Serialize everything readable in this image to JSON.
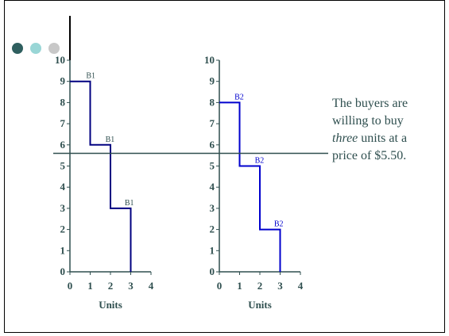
{
  "annotation": {
    "line1": "The buyers are",
    "line2": "willing to buy",
    "line3_em": "three",
    "line3_rest": " units at a",
    "line4": "price of $5.50."
  },
  "colors": {
    "axis": "#2f4f4f",
    "left_curve": "#000080",
    "right_curve": "#0000cd",
    "price_line": "#2f4f4f",
    "dot1": "#2f5f5f",
    "dot2": "#99d6d6",
    "dot3": "#c8c8c8"
  },
  "chart_data": [
    {
      "type": "line",
      "title": "",
      "xlabel": "Units",
      "ylabel": "",
      "xlim": [
        0,
        4
      ],
      "ylim": [
        0,
        10
      ],
      "x_ticks": [
        "0",
        "1",
        "2",
        "3",
        "4"
      ],
      "y_ticks": [
        "0",
        "1",
        "2",
        "3",
        "4",
        "5",
        "6",
        "7",
        "8",
        "9",
        "10"
      ],
      "step": [
        {
          "x": 0,
          "y": 9
        },
        {
          "x": 1,
          "y": 9
        },
        {
          "x": 1,
          "y": 6
        },
        {
          "x": 2,
          "y": 6
        },
        {
          "x": 2,
          "y": 3
        },
        {
          "x": 3,
          "y": 3
        },
        {
          "x": 3,
          "y": 0
        }
      ],
      "labels": [
        {
          "text": "B1",
          "x": 0.8,
          "y": 9
        },
        {
          "text": "B1",
          "x": 1.75,
          "y": 6
        },
        {
          "text": "B1",
          "x": 2.7,
          "y": 3
        }
      ]
    },
    {
      "type": "line",
      "title": "",
      "xlabel": "Units",
      "ylabel": "",
      "xlim": [
        0,
        4
      ],
      "ylim": [
        0,
        10
      ],
      "x_ticks": [
        "0",
        "1",
        "2",
        "3",
        "4"
      ],
      "y_ticks": [
        "0",
        "1",
        "2",
        "3",
        "4",
        "5",
        "6",
        "7",
        "8",
        "9",
        "10"
      ],
      "step": [
        {
          "x": 0,
          "y": 8
        },
        {
          "x": 1,
          "y": 8
        },
        {
          "x": 1,
          "y": 5
        },
        {
          "x": 2,
          "y": 5
        },
        {
          "x": 2,
          "y": 2
        },
        {
          "x": 3,
          "y": 2
        },
        {
          "x": 3,
          "y": 0
        }
      ],
      "labels": [
        {
          "text": "B2",
          "x": 0.75,
          "y": 8
        },
        {
          "text": "B2",
          "x": 1.75,
          "y": 5
        },
        {
          "text": "B2",
          "x": 2.7,
          "y": 2
        }
      ]
    }
  ],
  "price_line": {
    "y": 5.6
  }
}
